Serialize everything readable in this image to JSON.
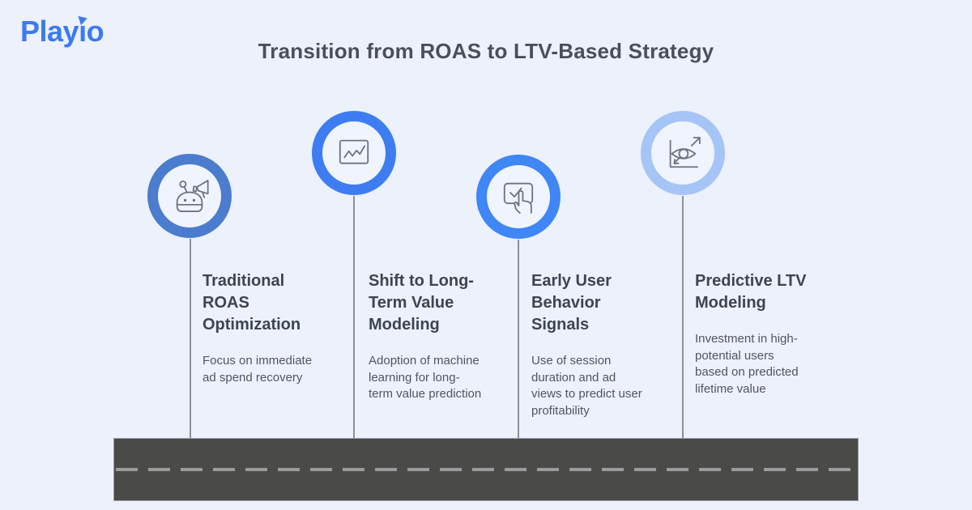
{
  "page": {
    "background": "#ecf1fb"
  },
  "logo": {
    "name": "Playio",
    "parts": {
      "before": "Play",
      "i": "ı",
      "after": "o"
    },
    "color": "#3c7af2"
  },
  "header": {
    "title": "Transition from ROAS to LTV-Based Strategy",
    "color": "#4b5058"
  },
  "milestones": [
    {
      "icon": "robot-megaphone-icon",
      "ring_color": "#4b7ccd",
      "title": "Traditional\nROAS\nOptimization",
      "description": "Focus on immediate\nad spend recovery"
    },
    {
      "icon": "line-chart-icon",
      "ring_color": "#3d7df1",
      "title": "Shift to Long-\nTerm Value\nModeling",
      "description": "Adoption of machine\nlearning for long-\nterm value prediction"
    },
    {
      "icon": "checkbox-tap-icon",
      "ring_color": "#3f86f6",
      "title": "Early User\nBehavior\nSignals",
      "description": "Use of session\nduration and ad\nviews to predict user\nprofitability"
    },
    {
      "icon": "eye-growth-icon",
      "ring_color": "#a6c5f7",
      "title": "Predictive LTV\nModeling",
      "description": "Investment in high-\npotential users\nbased on predicted\nlifetime value"
    }
  ],
  "road": {
    "color": "#4a4a48",
    "dash_color": "#9b9b9b"
  }
}
